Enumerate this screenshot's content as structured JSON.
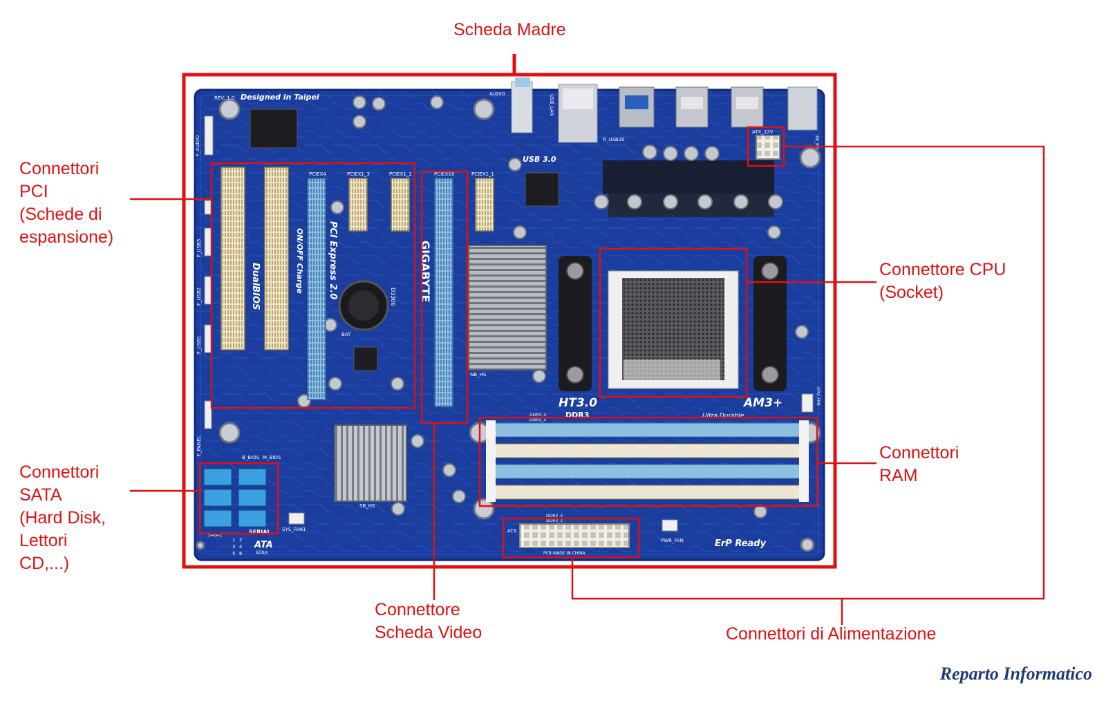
{
  "title": "Scheda Madre",
  "callouts": {
    "pci": [
      "Connettori",
      "PCI",
      "(Schede di",
      "espansione)"
    ],
    "sata": [
      "Connettori",
      "SATA",
      "(Hard Disk,",
      "Lettori",
      "CD,...)"
    ],
    "cpu": [
      "Connettore CPU",
      "(Socket)"
    ],
    "ram": [
      "Connettori",
      "RAM"
    ],
    "video": [
      "Connettore",
      "Scheda Video"
    ],
    "power": "Connettori di Alimentazione"
  },
  "board_print": {
    "designed": "Designed in Taipei",
    "rev": "REV: 1.0",
    "usb3": "USB 3.0",
    "pci_express": "PCI Express 2.0",
    "on_off": "ON/OFF Charge",
    "dualbios": "DualBIOS",
    "brand": "GIGABYTE",
    "ht": "HT3.0",
    "am3": "AM3+",
    "erp": "ErP Ready",
    "atx12v": "ATX_12V",
    "atx": "ATX",
    "ddr3": "DDR3",
    "pciex4": "PCIEX4",
    "pciex1_3": "PCIEX1_3",
    "pciex1_2": "PCIEX1_2",
    "pciex16": "PCIEX16",
    "pciex1_1": "PCIEX1_1",
    "sata_ports": [
      "1",
      "2",
      "3",
      "4",
      "5",
      "6"
    ],
    "sata_label": "SATA2",
    "serial_label": "SERIAL",
    "sata_logo": "ATA",
    "sata_speed": "6Gb/s",
    "sys_fan": "SYS_FAN1",
    "pwr_fan": "PWR_FAN",
    "cpu_fan": "CPU_FAN",
    "sb_hs": "SB_HS",
    "nb_hs": "NB_HS",
    "bat": "BAT",
    "audio": "AUDIO",
    "usb_lan": "USB_LAN",
    "r_usb30": "R_USB30",
    "f_audio": "F_AUDIO",
    "f_panel": "F_PANEL",
    "f_usb1": "F_USB1",
    "f_usb2": "F_USB2",
    "f_usb3": "F_USB3",
    "b_bios": "B_BIOS",
    "m_bios": "M_BIOS",
    "dimm_labels": [
      "DDR3_4",
      "DDR3_2",
      "DDR3_3",
      "DDR3_1"
    ],
    "ultra_durable": "Ultra Durable",
    "made_in": "PCB MADE IN CHINA",
    "kb_ms": "KB_MS",
    "part_code": "D3306"
  },
  "credit": "Reparto Informatico",
  "colors": {
    "callout": "#e01010",
    "pcb": "#1a3d9e",
    "pcb_dark": "#0f2a78",
    "pci_slot": "#efe4c4",
    "pcie_slot": "#7fb0d8",
    "dimm_blue": "#8cbfe0",
    "dimm_white": "#ece6d2",
    "sata": "#3aa0e0",
    "credit": "#1e3c78"
  }
}
